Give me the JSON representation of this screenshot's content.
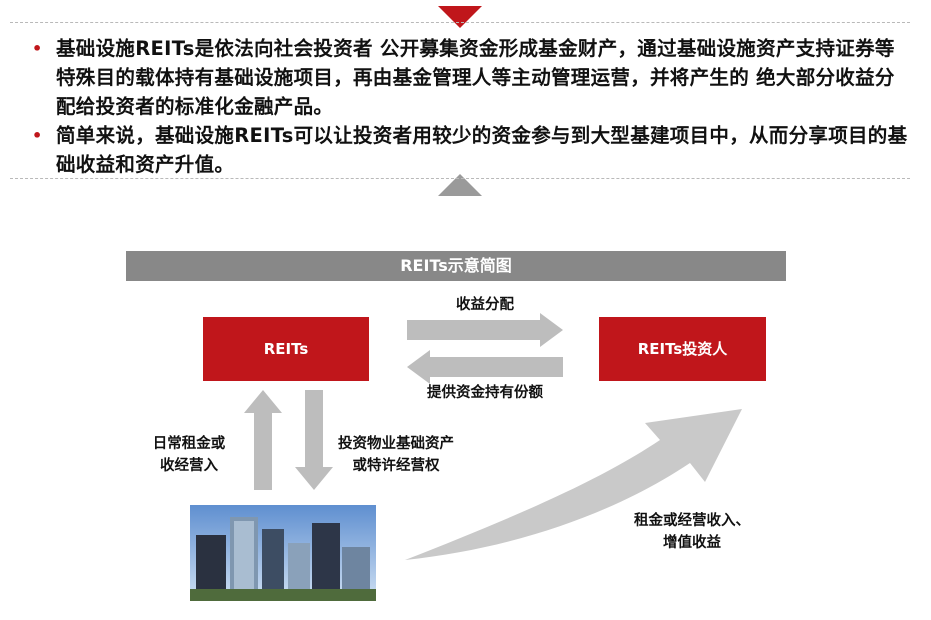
{
  "bullets": [
    "基础设施REITs是依法向社会投资者 公开募集资金形成基金财产，通过基础设施资产支持证券等特殊目的载体持有基础设施项目，再由基金管理人等主动管理运营，并将产生的 绝大部分收益分配给投资者的标准化金融产品。",
    "简单来说，基础设施REITs可以让投资者用较少的资金参与到大型基建项目中，从而分享项目的基础收益和资产升值。"
  ],
  "diagram": {
    "title": "REITs示意简图",
    "box_left": "REITs",
    "box_right": "REITs投资人",
    "label_top_arrow": "收益分配",
    "label_bottom_arrow": "提供资金持有份额",
    "label_up_arrow": "日常租金或收经营入",
    "label_down_arrow": "投资物业基础资产或特许经营权",
    "label_curve": "租金或经营收入、增值收益"
  },
  "colors": {
    "accent_red": "#c0161b",
    "gray": "#888888",
    "arrow_gray": "#bdbdbd"
  }
}
